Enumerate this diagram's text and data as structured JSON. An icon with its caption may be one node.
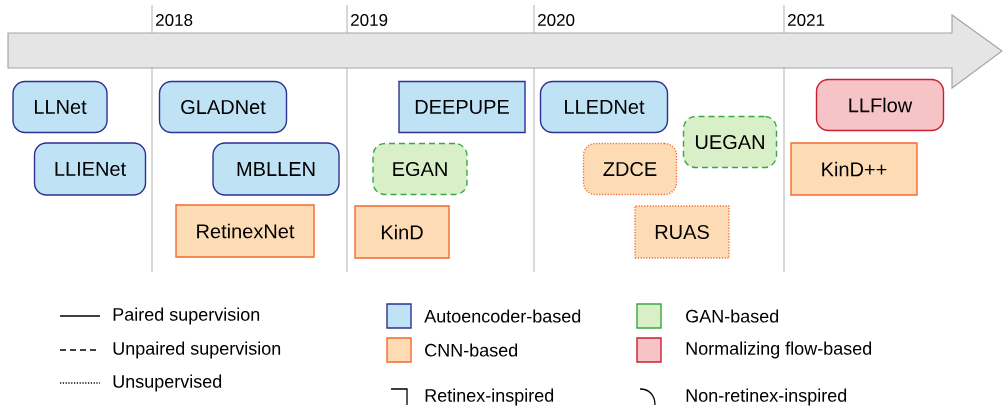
{
  "diagram": {
    "nodes": [
      {
        "text": [
          "LLNet"
        ]
      },
      {
        "text": [
          "LLIENet"
        ]
      },
      {
        "text": [
          "GLADNet"
        ]
      },
      {
        "text": [
          "MBLLEN"
        ]
      },
      {
        "text": [
          "RetinexNet"
        ]
      },
      {
        "text": [
          "DEEPUPE"
        ]
      },
      {
        "text": [
          "EGAN"
        ]
      },
      {
        "text": [
          "KinD"
        ]
      },
      {
        "text": [
          "LLEDNet"
        ]
      },
      {
        "text": [
          "UEGAN"
        ]
      },
      {
        "text": [
          "ZDCE"
        ]
      },
      {
        "text": [
          "RUAS"
        ]
      },
      {
        "text": [
          "LLFlow"
        ]
      },
      {
        "text": [
          "KinD++"
        ]
      }
    ],
    "labels": [
      "2018",
      "2019",
      "2020",
      "2021"
    ],
    "legend": [
      {
        "text": "Paired supervision"
      },
      {
        "text": "Autoencoder-based",
        "color": "#bfe3f5"
      },
      {
        "text": "GAN-based",
        "color": "#d9efc8"
      },
      {
        "text": "Unpaired supervision"
      },
      {
        "text": "CNN-based",
        "color": "#fddcb5"
      },
      {
        "text": "Normalizing flow-based",
        "color": "#f6c3c6"
      },
      {
        "text": "Unsupervised"
      },
      {
        "text": "Retinex-inspired"
      },
      {
        "text": "Non-retinex-inspired"
      }
    ]
  }
}
